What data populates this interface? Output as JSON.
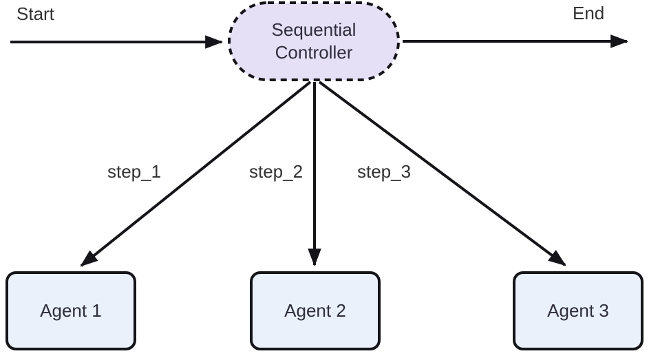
{
  "diagram": {
    "type": "flowchart",
    "background_color": "#ffffff",
    "stroke_color": "#141419",
    "text_color": "#2e2e3d",
    "start_label": "Start",
    "end_label": "End",
    "controller": {
      "line1": "Sequential",
      "line2": "Controller",
      "fill": "#e6e0f7",
      "border_style": "dashed"
    },
    "edges": [
      {
        "label": "step_1",
        "from": "Sequential Controller",
        "to": "Agent 1"
      },
      {
        "label": "step_2",
        "from": "Sequential Controller",
        "to": "Agent 2"
      },
      {
        "label": "step_3",
        "from": "Sequential Controller",
        "to": "Agent 3"
      }
    ],
    "agents": [
      {
        "label": "Agent 1",
        "fill": "#ebf1fa"
      },
      {
        "label": "Agent 2",
        "fill": "#ebf1fa"
      },
      {
        "label": "Agent 3",
        "fill": "#ebf1fa"
      }
    ]
  }
}
